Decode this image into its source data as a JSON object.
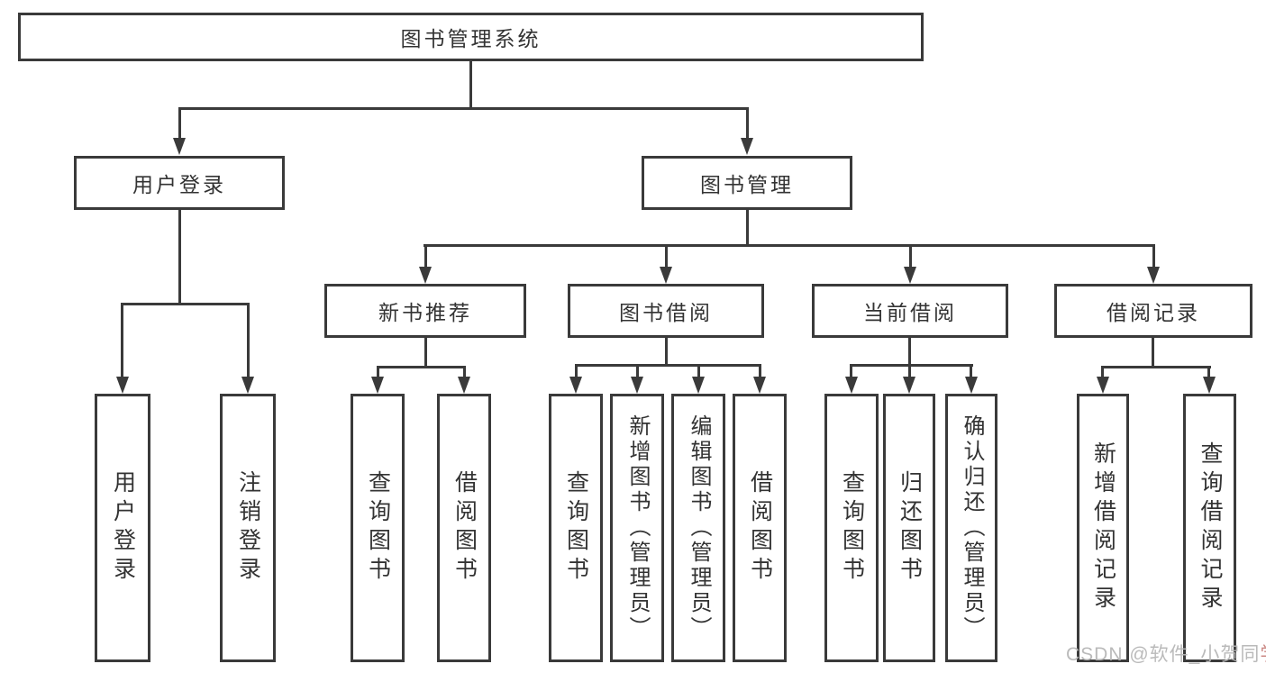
{
  "diagram": {
    "title": "图书管理系统",
    "root": {
      "label": "图书管理系统"
    },
    "level2": [
      {
        "label": "用户登录"
      },
      {
        "label": "图书管理"
      }
    ],
    "level3": [
      {
        "label": "新书推荐"
      },
      {
        "label": "图书借阅"
      },
      {
        "label": "当前借阅"
      },
      {
        "label": "借阅记录"
      }
    ],
    "leaves": {
      "user_login": [
        {
          "label": "用户登录"
        },
        {
          "label": "注销登录"
        }
      ],
      "new_book": [
        {
          "label": "查询图书"
        },
        {
          "label": "借阅图书"
        }
      ],
      "book_borrow": [
        {
          "label": "查询图书"
        },
        {
          "label": "新增图书（管理员）"
        },
        {
          "label": "编辑图书（管理员）"
        },
        {
          "label": "借阅图书"
        }
      ],
      "current_borrow": [
        {
          "label": "查询图书"
        },
        {
          "label": "归还图书"
        },
        {
          "label": "确认归还（管理员）"
        }
      ],
      "borrow_record": [
        {
          "label": "新增借阅记录"
        },
        {
          "label": "查询借阅记录"
        }
      ]
    }
  },
  "watermark": {
    "prefix": "CSDN @软件_小贺同",
    "suffix": "学"
  },
  "colors": {
    "line": "#3a3a3a",
    "text": "#333333",
    "background": "#ffffff",
    "watermark": "#b7b7b7",
    "watermark_accent": "#c9837f"
  }
}
